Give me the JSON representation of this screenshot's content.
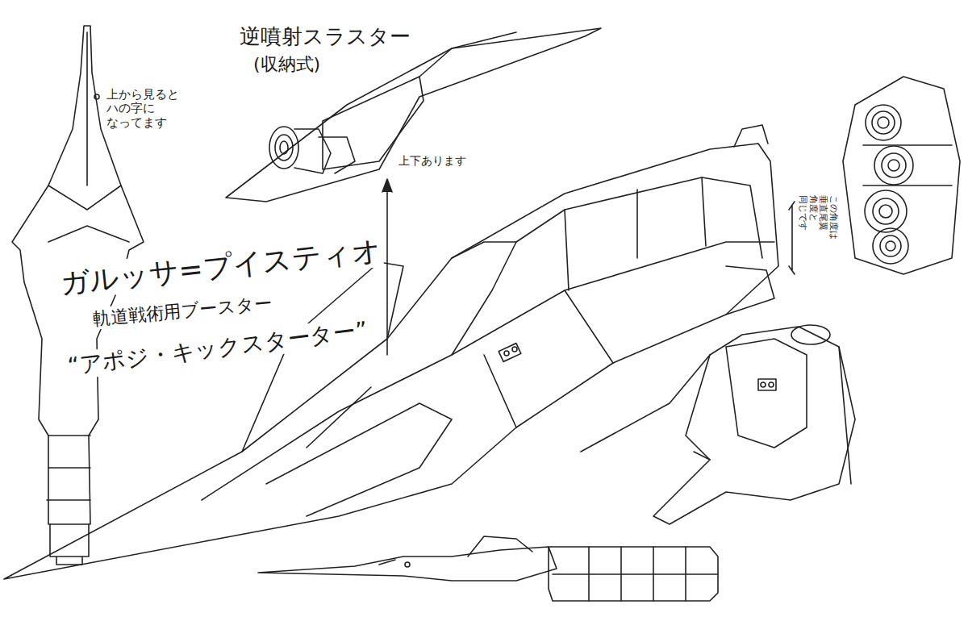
{
  "diagram": {
    "labels": [
      "逆噴射スラスター",
      "(収納式)",
      "上から見ると ハの字に なってます",
      "上下あります",
      "ガルッサ=プイスティオ",
      "軌道戦術用ブースター",
      "“アポジ・キックスターター”",
      "この角度は 垂直尾翼 角度と 同じです"
    ]
  }
}
